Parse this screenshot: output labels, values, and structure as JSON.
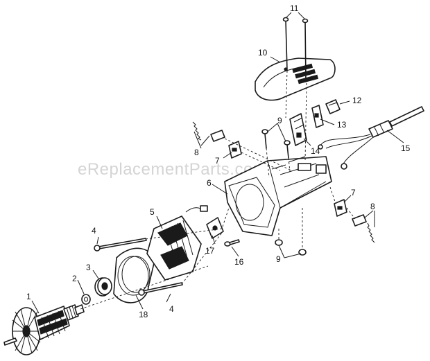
{
  "watermark": "eReplacementParts.com",
  "callouts": {
    "c1": "1",
    "c2": "2",
    "c3": "3",
    "c4a": "4",
    "c4b": "4",
    "c5": "5",
    "c6": "6",
    "c7a": "7",
    "c7b": "7",
    "c8a": "8",
    "c8b": "8",
    "c9a": "9",
    "c9b": "9",
    "c10": "10",
    "c11": "11",
    "c12": "12",
    "c13": "13",
    "c14": "14",
    "c15": "15",
    "c16": "16",
    "c17": "17",
    "c18": "18"
  }
}
